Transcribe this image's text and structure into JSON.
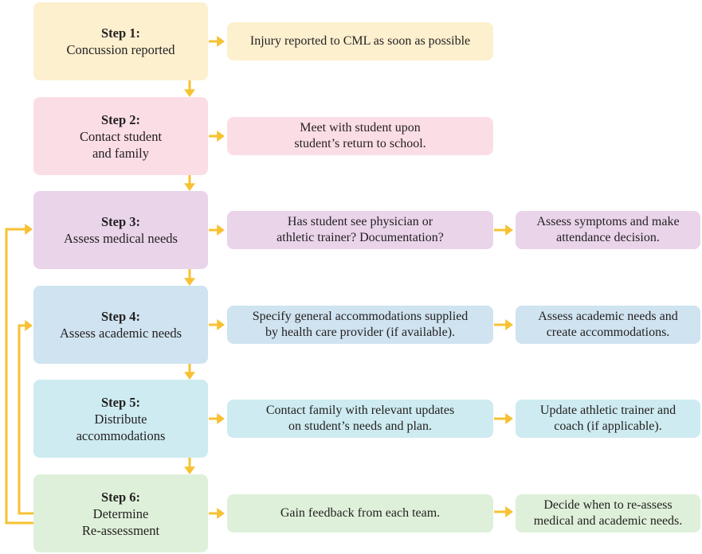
{
  "steps": [
    {
      "title": "Step 1:",
      "lines": [
        "Concussion reported"
      ],
      "color": "#fdf0cf",
      "actions": [
        [
          "Injury reported to CML as soon as possible"
        ]
      ]
    },
    {
      "title": "Step 2:",
      "lines": [
        "Contact student",
        "and family"
      ],
      "color": "#fbdde6",
      "actions": [
        [
          "Meet with student upon",
          "student’s return to school."
        ]
      ]
    },
    {
      "title": "Step 3:",
      "lines": [
        "Assess medical needs"
      ],
      "color": "#e9d4ea",
      "actions": [
        [
          "Has student see physician or",
          "athletic trainer? Documentation?"
        ],
        [
          "Assess symptoms and make",
          "attendance decision."
        ]
      ]
    },
    {
      "title": "Step 4:",
      "lines": [
        "Assess academic needs"
      ],
      "color": "#cfe3f0",
      "actions": [
        [
          "Specify general accommodations supplied",
          "by health care provider (if available)."
        ],
        [
          "Assess academic needs and",
          "create accommodations."
        ]
      ]
    },
    {
      "title": "Step 5:",
      "lines": [
        "Distribute",
        "accommodations"
      ],
      "color": "#cdebf0",
      "actions": [
        [
          "Contact family with relevant updates",
          "on student’s needs and plan."
        ],
        [
          "Update athletic trainer and",
          "coach (if applicable)."
        ]
      ]
    },
    {
      "title": "Step 6:",
      "lines": [
        "Determine",
        "Re-assessment"
      ],
      "color": "#def0d9",
      "actions": [
        [
          "Gain feedback from each team."
        ],
        [
          "Decide when to re-assess",
          "medical and academic needs."
        ]
      ]
    }
  ],
  "arrow_color": "#f7c133"
}
